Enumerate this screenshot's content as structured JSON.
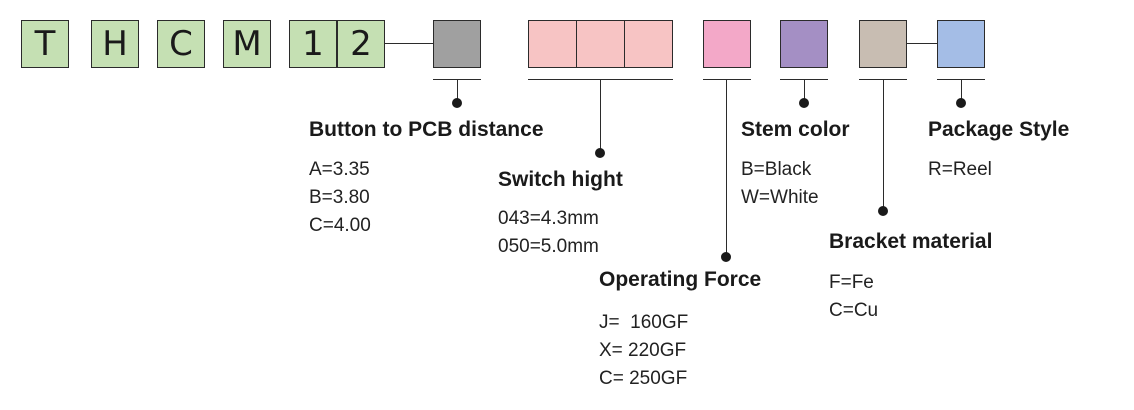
{
  "prefix": [
    "T",
    "H",
    "C",
    "M",
    "1",
    "2"
  ],
  "colors": {
    "prefix_fill": "#c5e0b3",
    "distance": "#a0a0a0",
    "switch_height": "#f7c4c4",
    "operating_force": "#f3a8c8",
    "stem_color": "#a48fc4",
    "bracket": "#c8bdb2",
    "package": "#a4bde6"
  },
  "fields": {
    "distance": {
      "title": "Button to PCB distance",
      "options": [
        "A=3.35",
        "B=3.80",
        "C=4.00"
      ]
    },
    "switch_height": {
      "title": "Switch hight",
      "options": [
        "043=4.3mm",
        "050=5.0mm"
      ]
    },
    "operating_force": {
      "title": "Operating Force",
      "options": [
        "J=  160GF",
        "X= 220GF",
        "C= 250GF"
      ]
    },
    "stem_color": {
      "title": "Stem color",
      "options": [
        "B=Black",
        "W=White"
      ]
    },
    "bracket": {
      "title": "Bracket material",
      "options": [
        "F=Fe",
        "C=Cu"
      ]
    },
    "package": {
      "title": "Package Style",
      "options": [
        "R=Reel"
      ]
    }
  }
}
